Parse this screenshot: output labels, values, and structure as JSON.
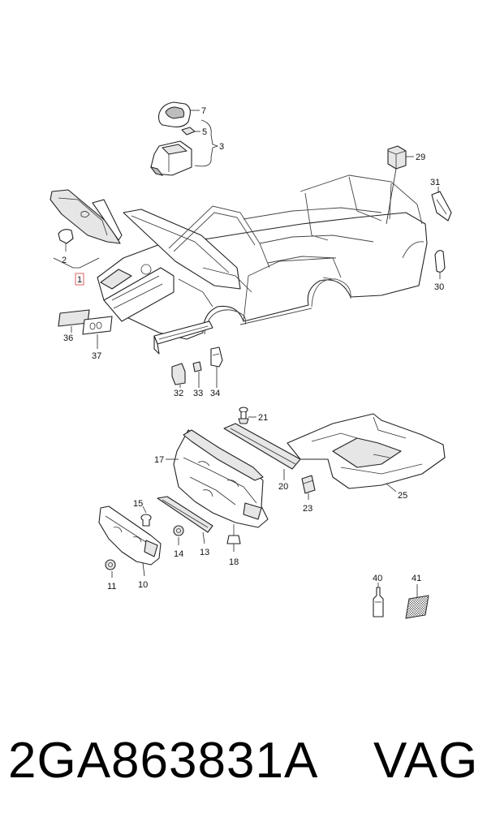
{
  "callouts": {
    "c1": "1",
    "c2": "2",
    "c3": "3",
    "c5": "5",
    "c7": "7",
    "c10": "10",
    "c11": "11",
    "c13": "13",
    "c14": "14",
    "c15": "15",
    "c17": "17",
    "c18": "18",
    "c20": "20",
    "c21": "21",
    "c23": "23",
    "c25": "25",
    "c29": "29",
    "c30": "30",
    "c31": "31",
    "c32": "32",
    "c33": "33",
    "c34": "34",
    "c36": "36",
    "c37": "37",
    "c40": "40",
    "c41": "41"
  },
  "footer": {
    "part_number": "2GA863831A",
    "brand": "VAG"
  },
  "colors": {
    "highlight_box": "#e06060",
    "line": "#222222"
  }
}
